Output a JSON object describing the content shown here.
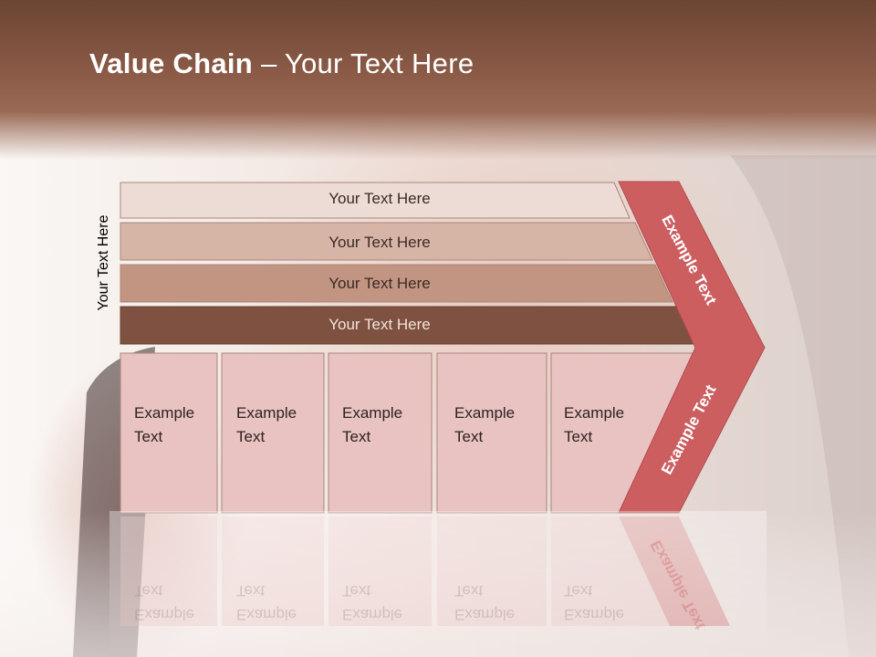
{
  "title": {
    "bold": "Value Chain",
    "rest": " – Your Text Here"
  },
  "side_label": "Your Text Here",
  "bars": [
    {
      "label": "Your Text Here"
    },
    {
      "label": "Your Text Here"
    },
    {
      "label": "Your Text Here"
    },
    {
      "label": "Your Text Here"
    }
  ],
  "cells": [
    {
      "line1": "Example",
      "line2": "Text"
    },
    {
      "line1": "Example",
      "line2": "Text"
    },
    {
      "line1": "Example",
      "line2": "Text"
    },
    {
      "line1": "Example",
      "line2": "Text"
    },
    {
      "line1": "Example",
      "line2": "Text"
    }
  ],
  "chevron": {
    "upper": "Example Text",
    "lower": "Example Text"
  },
  "colors": {
    "title_band": "#7a4e3c",
    "bar1": "#ecdcd5",
    "bar2": "#d6b4a6",
    "bar3": "#c29482",
    "bar4": "#7f5140",
    "cell": "#e9c2c2",
    "chevron": "#cc5e60"
  }
}
